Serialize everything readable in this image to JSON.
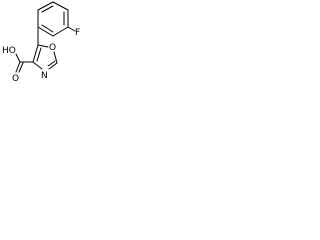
{
  "molecule": {
    "atom_labels": {
      "fluorine": "F",
      "carboxyl": "OH",
      "carboxyl_prefix": "HO",
      "carbonyl_oxygen": "O",
      "ring_oxygen": "O",
      "ring_nitrogen": "N"
    },
    "colors": {
      "bond": "#000000",
      "label": "#000000",
      "background": "#ffffff"
    }
  }
}
